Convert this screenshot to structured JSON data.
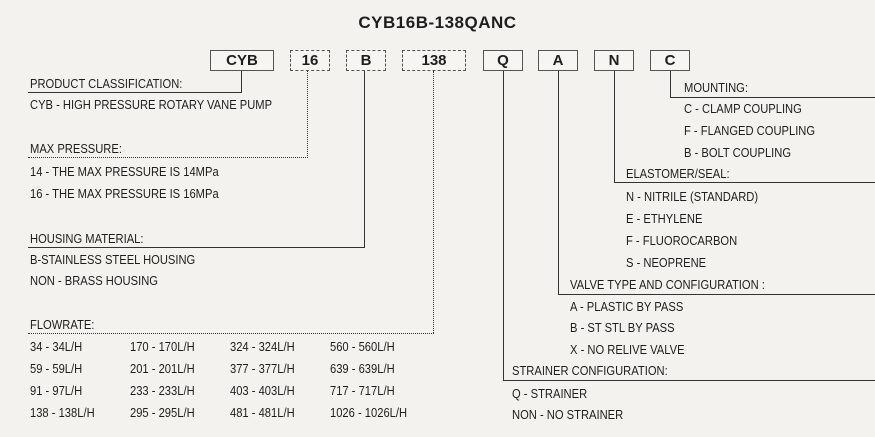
{
  "title": "CYB16B-138QANC",
  "code_boxes": [
    "CYB",
    "16",
    "B",
    "138",
    "Q",
    "A",
    "N",
    "C"
  ],
  "product_classification": {
    "heading": "PRODUCT CLASSIFICATION:",
    "items": [
      "CYB - HIGH PRESSURE ROTARY VANE PUMP"
    ]
  },
  "max_pressure": {
    "heading": "MAX PRESSURE:",
    "items": [
      "14 - THE MAX PRESSURE IS 14MPa",
      "16 - THE MAX PRESSURE IS 16MPa"
    ]
  },
  "housing_material": {
    "heading": "HOUSING MATERIAL:",
    "items": [
      "B-STAINLESS STEEL HOUSING",
      "NON - BRASS HOUSING"
    ]
  },
  "flowrate": {
    "heading": "FLOWRATE:",
    "columns": [
      [
        "34 - 34L/H",
        "59 - 59L/H",
        "91 - 97L/H",
        "138 - 138L/H"
      ],
      [
        "170 - 170L/H",
        "201 - 201L/H",
        "233 - 233L/H",
        "295 - 295L/H"
      ],
      [
        "324 - 324L/H",
        "377 - 377L/H",
        "403 - 403L/H",
        "481 - 481L/H"
      ],
      [
        "560 - 560L/H",
        "639 - 639L/H",
        "717 - 717L/H",
        "1026 - 1026L/H"
      ]
    ]
  },
  "mounting": {
    "heading": "MOUNTING:",
    "items": [
      "C - CLAMP COUPLING",
      "F - FLANGED COUPLING",
      "B - BOLT COUPLING"
    ]
  },
  "elastomer_seal": {
    "heading": "ELASTOMER/SEAL:",
    "items": [
      "N - NITRILE (STANDARD)",
      "E - ETHYLENE",
      "F - FLUOROCARBON",
      "S - NEOPRENE"
    ]
  },
  "valve_type": {
    "heading": "VALVE TYPE AND CONFIGURATION :",
    "items": [
      "A - PLASTIC BY PASS",
      "B - ST STL BY PASS",
      "X - NO RELIVE VALVE"
    ]
  },
  "strainer": {
    "heading": "STRAINER CONFIGURATION:",
    "items": [
      "Q - STRAINER",
      "NON - NO STRAINER"
    ]
  }
}
